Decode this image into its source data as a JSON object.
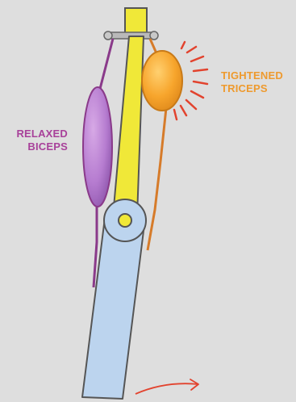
{
  "labels": {
    "biceps": {
      "line1": "RELAXED",
      "line2": "BICEPS"
    },
    "triceps": {
      "line1": "TIGHTENED",
      "line2": "TRICEPS"
    }
  },
  "colors": {
    "background": "#dedede",
    "humerus_bone": "#f0e838",
    "forearm_bone": "#bcd4ee",
    "bone_outline": "#555555",
    "biceps_muscle": "#b67cd0",
    "biceps_tendon": "#8a3a8a",
    "biceps_label": "#a8419a",
    "triceps_muscle": "#f7a52c",
    "triceps_tendon": "#d67b2a",
    "triceps_label": "#ee9a2e",
    "tension_marks": "#e2432e",
    "motion_arrow": "#e2432e"
  },
  "icons": {
    "tension": "tension-lines-icon",
    "motion": "curved-arrow-icon"
  }
}
